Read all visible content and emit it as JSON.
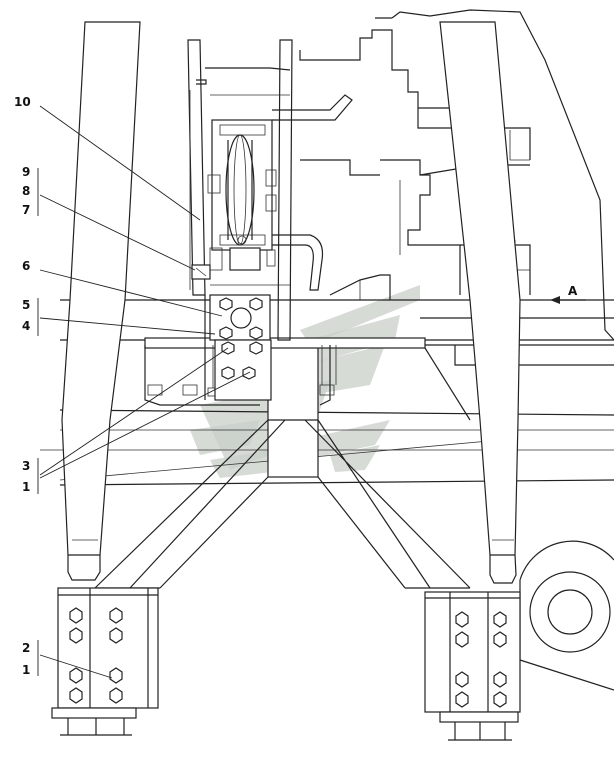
{
  "callouts": {
    "c10": "10",
    "c9": "9",
    "c8": "8",
    "c7": "7",
    "c6": "6",
    "c5": "5",
    "c4": "4",
    "c3": "3",
    "c1a": "1",
    "c2": "2",
    "c1b": "1"
  },
  "view_label": "A",
  "colors": {
    "line": "#222222",
    "watermark": "#c8cfc8"
  }
}
